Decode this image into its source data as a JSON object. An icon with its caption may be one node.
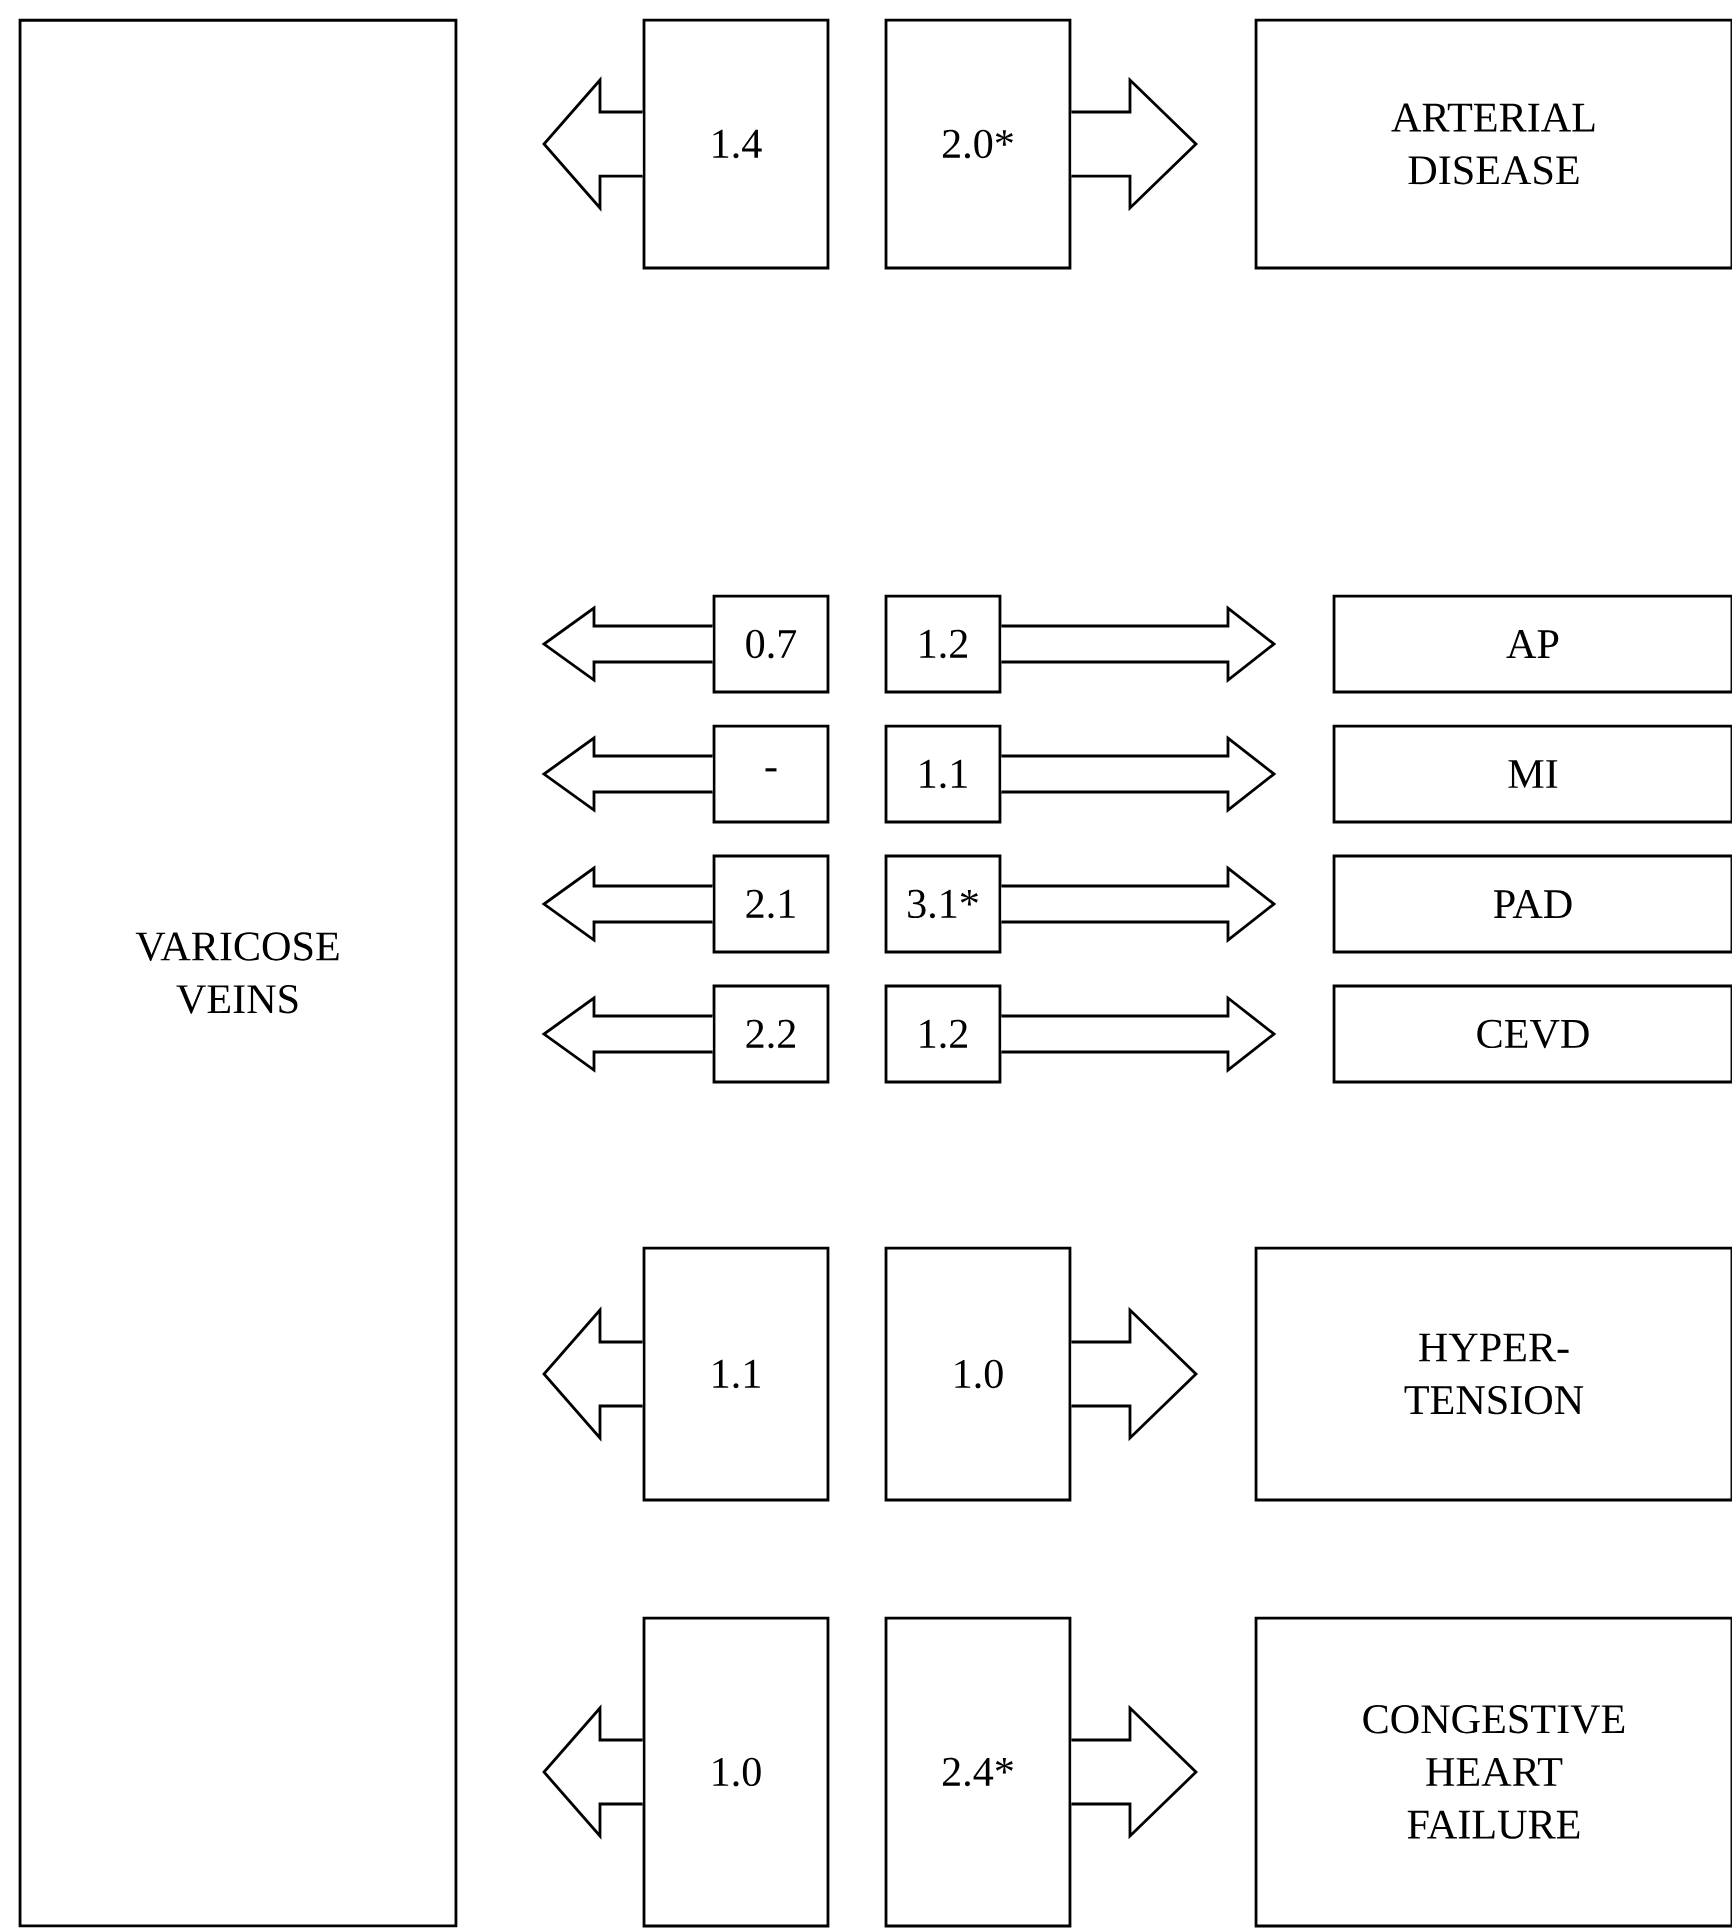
{
  "diagram": {
    "nodes": [
      {
        "text": [
          "VARICOSE VEINS"
        ]
      },
      {
        "text": [
          "1.4"
        ]
      },
      {
        "text": [
          "2.0*"
        ]
      },
      {
        "text": [
          "ARTERIAL DISEASE"
        ]
      },
      {
        "text": [
          "0.7"
        ]
      },
      {
        "text": [
          "1.2"
        ]
      },
      {
        "text": [
          "AP"
        ]
      },
      {
        "text": [
          "-"
        ]
      },
      {
        "text": [
          "1.1"
        ]
      },
      {
        "text": [
          "MI"
        ]
      },
      {
        "text": [
          "2.1"
        ]
      },
      {
        "text": [
          "3.1*"
        ]
      },
      {
        "text": [
          "PAD"
        ]
      },
      {
        "text": [
          "2.2"
        ]
      },
      {
        "text": [
          "1.2"
        ]
      },
      {
        "text": [
          "CEVD"
        ]
      },
      {
        "text": [
          "1.1"
        ]
      },
      {
        "text": [
          "1.0"
        ]
      },
      {
        "text": [
          "HYPER-TENSION"
        ]
      },
      {
        "text": [
          "1.0"
        ]
      },
      {
        "text": [
          "2.4*"
        ]
      },
      {
        "text": [
          "CONGESTIVE HEART FAILURE"
        ]
      }
    ],
    "edges": [
      {
        "from": 1,
        "to": 0,
        "arrow": "to"
      },
      {
        "from": 2,
        "to": 3,
        "arrow": "to"
      },
      {
        "from": 4,
        "to": 0,
        "arrow": "to"
      },
      {
        "from": 5,
        "to": 6,
        "arrow": "to"
      },
      {
        "from": 7,
        "to": 0,
        "arrow": "to"
      },
      {
        "from": 8,
        "to": 9,
        "arrow": "to"
      },
      {
        "from": 10,
        "to": 0,
        "arrow": "to"
      },
      {
        "from": 11,
        "to": 12,
        "arrow": "to"
      },
      {
        "from": 13,
        "to": 0,
        "arrow": "to"
      },
      {
        "from": 14,
        "to": 15,
        "arrow": "to"
      },
      {
        "from": 16,
        "to": 0,
        "arrow": "to"
      },
      {
        "from": 17,
        "to": 18,
        "arrow": "to"
      },
      {
        "from": 19,
        "to": 0,
        "arrow": "to"
      },
      {
        "from": 20,
        "to": 21,
        "arrow": "to"
      }
    ]
  }
}
